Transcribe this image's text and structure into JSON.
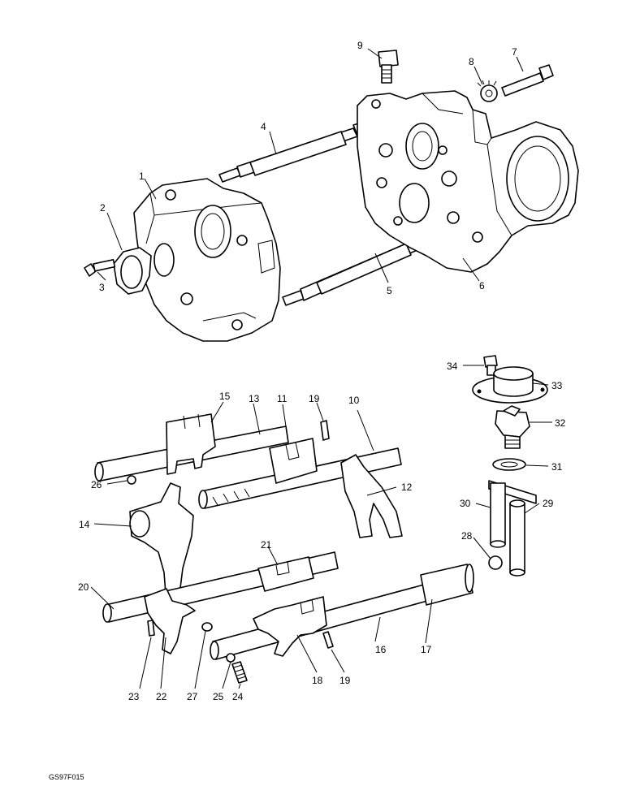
{
  "drawing_code": "GS97F015",
  "callouts": [
    {
      "id": "c1",
      "text": "1"
    },
    {
      "id": "c2",
      "text": "2"
    },
    {
      "id": "c3",
      "text": "3"
    },
    {
      "id": "c4",
      "text": "4"
    },
    {
      "id": "c5",
      "text": "5"
    },
    {
      "id": "c6",
      "text": "6"
    },
    {
      "id": "c7",
      "text": "7"
    },
    {
      "id": "c8",
      "text": "8"
    },
    {
      "id": "c9",
      "text": "9"
    },
    {
      "id": "c10",
      "text": "10"
    },
    {
      "id": "c11",
      "text": "11"
    },
    {
      "id": "c12",
      "text": "12"
    },
    {
      "id": "c13",
      "text": "13"
    },
    {
      "id": "c14",
      "text": "14"
    },
    {
      "id": "c15",
      "text": "15"
    },
    {
      "id": "c16",
      "text": "16"
    },
    {
      "id": "c17",
      "text": "17"
    },
    {
      "id": "c18",
      "text": "18"
    },
    {
      "id": "c19a",
      "text": "19"
    },
    {
      "id": "c19b",
      "text": "19"
    },
    {
      "id": "c20",
      "text": "20"
    },
    {
      "id": "c21",
      "text": "21"
    },
    {
      "id": "c22",
      "text": "22"
    },
    {
      "id": "c23",
      "text": "23"
    },
    {
      "id": "c24",
      "text": "24"
    },
    {
      "id": "c25",
      "text": "25"
    },
    {
      "id": "c26",
      "text": "26"
    },
    {
      "id": "c27",
      "text": "27"
    },
    {
      "id": "c28",
      "text": "28"
    },
    {
      "id": "c29",
      "text": "29"
    },
    {
      "id": "c30",
      "text": "30"
    },
    {
      "id": "c31",
      "text": "31"
    },
    {
      "id": "c32",
      "text": "32"
    },
    {
      "id": "c33",
      "text": "33"
    },
    {
      "id": "c34",
      "text": "34"
    }
  ]
}
